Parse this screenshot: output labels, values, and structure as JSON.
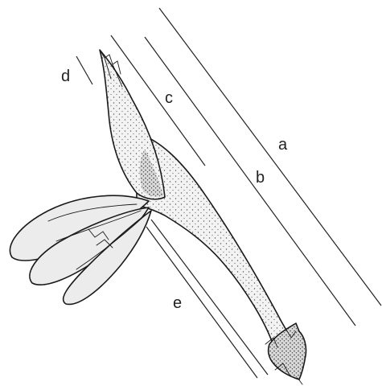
{
  "labels": {
    "a": "a",
    "b": "b",
    "c": "c",
    "d": "d",
    "e": "e"
  },
  "colors": {
    "ink": "#1a1a1a",
    "petal_fill": "#ededed",
    "tube_fill": "#e8e8e8",
    "background": "#ffffff"
  }
}
